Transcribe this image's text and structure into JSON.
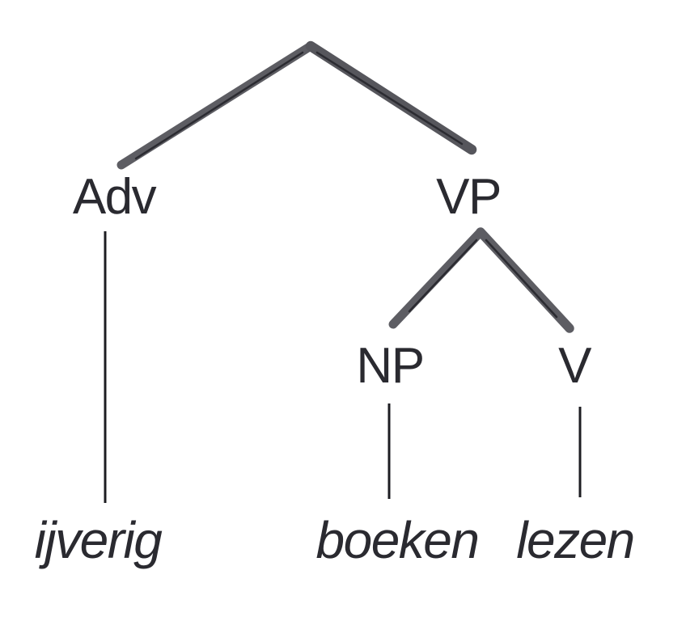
{
  "figure": {
    "kind": "constituency-syntax-tree",
    "background": "#ffffff"
  },
  "colors": {
    "branch_stroke": "#5d5d63",
    "branch_stroke_dark": "#56565c",
    "branch_core": "#2b2b31",
    "connector_line": "#1d1d22",
    "label_text": "#2a2a30"
  },
  "tree": {
    "root": {
      "label": "",
      "children": [
        "Adv",
        "VP"
      ]
    },
    "nodes": [
      {
        "id": "adv",
        "label": "Adv",
        "parent": "root",
        "terminal": "ijverig"
      },
      {
        "id": "vp",
        "label": "VP",
        "parent": "root",
        "children": [
          "NP",
          "V"
        ]
      },
      {
        "id": "np",
        "label": "NP",
        "parent": "vp",
        "terminal": "boeken"
      },
      {
        "id": "v",
        "label": "V",
        "parent": "vp",
        "terminal": "lezen"
      }
    ],
    "terminals": [
      {
        "id": "ijverig",
        "word": "ijverig",
        "under": "Adv"
      },
      {
        "id": "boeken",
        "word": "boeken",
        "under": "NP"
      },
      {
        "id": "lezen",
        "word": "lezen",
        "under": "V"
      }
    ]
  }
}
